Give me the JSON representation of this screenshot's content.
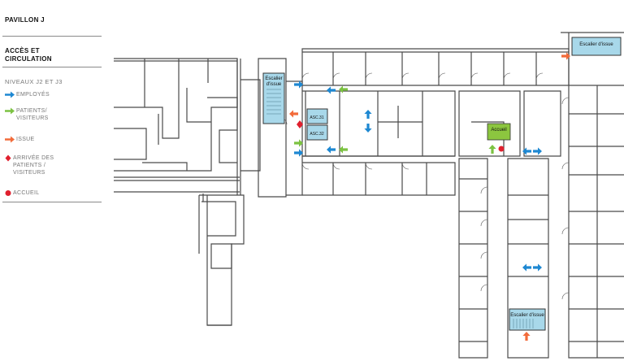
{
  "sidebar": {
    "title": "PAVILLON J",
    "section_line1": "ACCÈS ET",
    "section_line2": "CIRCULATION",
    "levels": "NIVEAUX J2 ET J3",
    "legend": [
      {
        "icon": "arrow-right-icon",
        "color": "#1e88d2",
        "lines": [
          "EMPLOYÉS"
        ]
      },
      {
        "icon": "arrow-right-icon",
        "color": "#7cc242",
        "lines": [
          "PATIENTS/",
          "VISITEURS"
        ]
      },
      {
        "icon": "arrow-right-icon",
        "color": "#f26b3a",
        "lines": [
          "ISSUE"
        ]
      },
      {
        "icon": "diamond-icon",
        "color": "#e0202e",
        "lines": [
          "ARRIVÉE DES",
          "PATIENTS /",
          "VISITEURS"
        ]
      },
      {
        "icon": "dot-icon",
        "color": "#e0202e",
        "lines": [
          "ACCUEIL"
        ]
      }
    ]
  },
  "map": {
    "labels": {
      "stair_west_1": "Escalier",
      "stair_west_2": "d'issue",
      "elevator_1": "ASC.31",
      "elevator_2": "ASC.32",
      "reception": "Accueil",
      "stair_northeast": "Escalier d'issue",
      "stair_south": "Escalier d'issue"
    },
    "colors": {
      "stair_fill": "#a8d8ea",
      "reception_fill": "#8cc63f",
      "employees": "#1e88d2",
      "patients": "#7cc242",
      "exit": "#f26b3a",
      "arrival": "#e0202e",
      "wall": "#444444"
    }
  }
}
